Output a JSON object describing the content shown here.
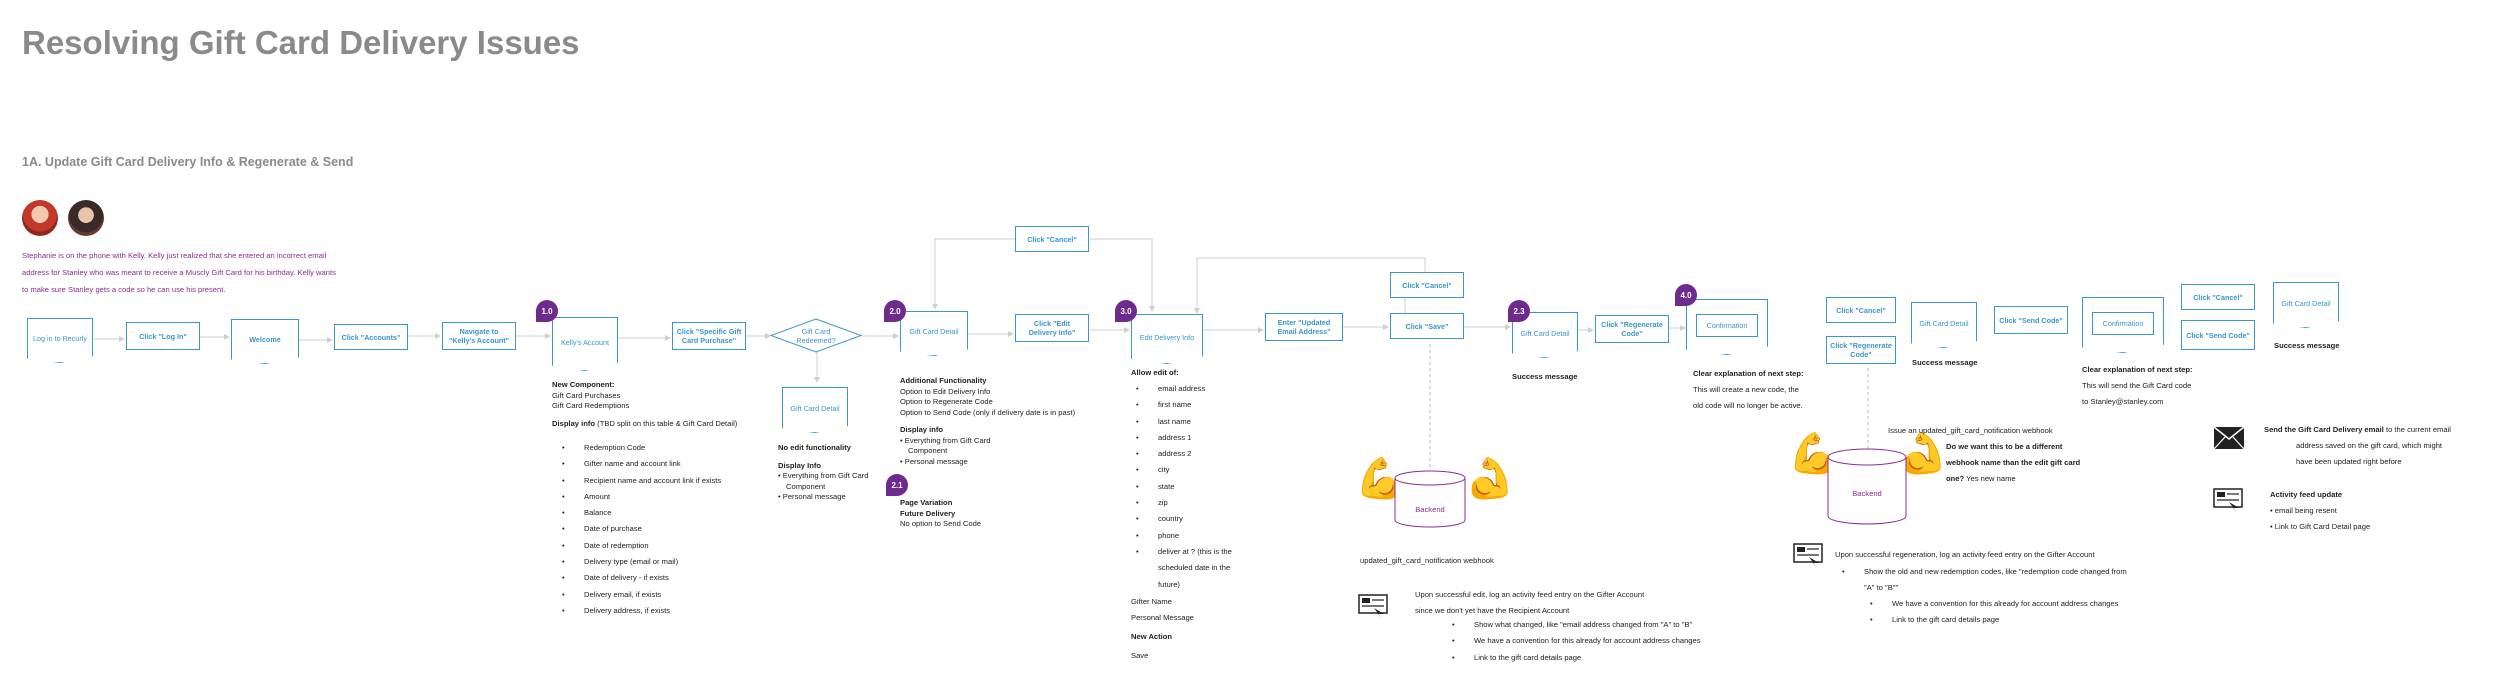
{
  "title": "Resolving Gift Card Delivery Issues",
  "subtitle": "1A. Update Gift Card Delivery Info & Regenerate & Send",
  "intro": "Stephanie is on the phone with Kelly. Kelly just realized that she entered an incorrect email address for Stanley who was meant to receive a Muscly Gift Card for his birthday. Kelly wants to make sure Stanley gets a code so he can use his present.",
  "flow": {
    "log_in": "Log in to Recurly",
    "click_log_in": "Click \"Log In\"",
    "welcome": "Welcome",
    "click_accounts": "Click \"Accounts\"",
    "navigate_kelly": "Navigate to \"Kelly's Account\"",
    "kelly_account": "Kelly's Account",
    "click_specific": "Click \"Specific Gift Card Purchase\"",
    "redeemed_q": "Gift Card Redeemed?",
    "gift_card_detail_a": "Gift Card Detail",
    "gift_card_detail_b": "Gift Card Detail",
    "click_cancel_top": "Click \"Cancel\"",
    "click_edit_delivery": "Click \"Edit Delivery Info\"",
    "edit_delivery": "Edit Delivery Info",
    "enter_email": "Enter \"Updated Email Address\"",
    "click_cancel_2": "Click \"Cancel\"",
    "click_save": "Click \"Save\"",
    "gift_card_detail_c": "Gift Card Detail",
    "click_regenerate": "Click \"Regenerate Code\"",
    "confirmation": "Confirmation",
    "click_cancel_3": "Click \"Cancel\"",
    "click_regenerate_2": "Click \"Regenerate Code\"",
    "gift_card_detail_d": "Gift Card Detail",
    "click_send_code": "Click \"Send Code\"",
    "confirmation_2": "Confirmation",
    "click_cancel_4": "Click \"Cancel\"",
    "click_send_code_2": "Click \"Send Code\"",
    "gift_card_detail_e": "Gift Card Detail"
  },
  "badges": [
    "1.0",
    "2.0",
    "2.1",
    "3.0",
    "2.3",
    "4.0"
  ],
  "kelly_notes": {
    "heading": "New Component:",
    "lines": [
      "Gift Card Purchases",
      "Gift Card Redemptions"
    ],
    "display_label": "Display info",
    "display_rest": "(TBD split on this table & Gift Card Detail)",
    "items": [
      "Redemption Code",
      "Gifter name and account link",
      "Recipient name and account link if exists",
      "Amount",
      "Balance",
      "Date of purchase",
      "Date of redemption",
      "Delivery type (email or mail)",
      "Date of delivery - if exists",
      "Delivery email, if exists",
      "Delivery address, if exists"
    ]
  },
  "redeemed_notes": {
    "heading": "No edit functionality",
    "display_label": "Display Info",
    "items": [
      "• Everything from Gift Card",
      "  Component",
      "• Personal message"
    ]
  },
  "detail_notes": {
    "heading": "Additional Functionality",
    "lines": [
      "Option to Edit Delivery Info",
      "Option to Regenerate Code",
      "Option to Send Code (only if delivery date is in past)"
    ],
    "display_label": "Display info",
    "items": [
      "• Everything from Gift Card",
      "  Component",
      "• Personal message"
    ]
  },
  "variation_notes": {
    "heading": "Page Variation",
    "sub": "Future Delivery",
    "line": "No option to Send Code"
  },
  "edit_notes": {
    "heading": "Allow edit of:",
    "items": [
      "email address",
      "first name",
      "last name",
      "address 1",
      "address 2",
      "city",
      "state",
      "zip",
      "country",
      "phone",
      "deliver at ? (this is the",
      "scheduled date in the",
      "future)"
    ],
    "extra": [
      "Gifter Name",
      "Personal Message"
    ],
    "new_action": "New Action",
    "save": "Save"
  },
  "backend_label": "Backend",
  "webhook_1": "updated_gift_card_notification webhook",
  "activity_1": {
    "intro": [
      "Upon successful edit, log an activity feed entry on the Gifter Account",
      "since we don't yet have the Recipient Account"
    ],
    "items": [
      "Show what changed, like \"email address changed from \"A\" to \"B\"",
      "We have a convention for this already for account address changes",
      "Link to the gift card details page"
    ]
  },
  "success_message": "Success message",
  "explanation_1": {
    "heading": "Clear explanation of next step:",
    "lines": [
      "This will create a new code, the",
      "old code will no longer be active."
    ]
  },
  "webhook_2": {
    "line1": "Issue an updated_gift_card_notification webhook",
    "q1": "Do we want this to be a different",
    "q2": "webhook name than the edit gift card",
    "q3_bold": "one?",
    "q3_rest": " Yes new name"
  },
  "activity_2": {
    "intro": "Upon successful regeneration, log an activity feed entry on the Gifter Account",
    "items": [
      "Show the old and new redemption codes, like \"redemption code changed from",
      "\"A\" to \"B\"\""
    ],
    "sub": [
      "We have a convention for this already for account address changes",
      "Link to the gift card details page"
    ]
  },
  "success_message_2": "Success message",
  "explanation_2": {
    "heading": "Clear explanation of next step:",
    "lines": [
      "This will send the Gift Card code",
      "to Stanley@stanley.com"
    ]
  },
  "success_message_3": "Success message",
  "email_note": {
    "bold": "Send the Gift Card Delivery email",
    "rest": " to the current email",
    "l2": "address saved on the gift card, which might",
    "l3": "have been updated right before"
  },
  "activity_3": {
    "heading": "Activity feed update",
    "items": [
      "• email being resent",
      "• Link to Gift Card Detail page"
    ]
  }
}
